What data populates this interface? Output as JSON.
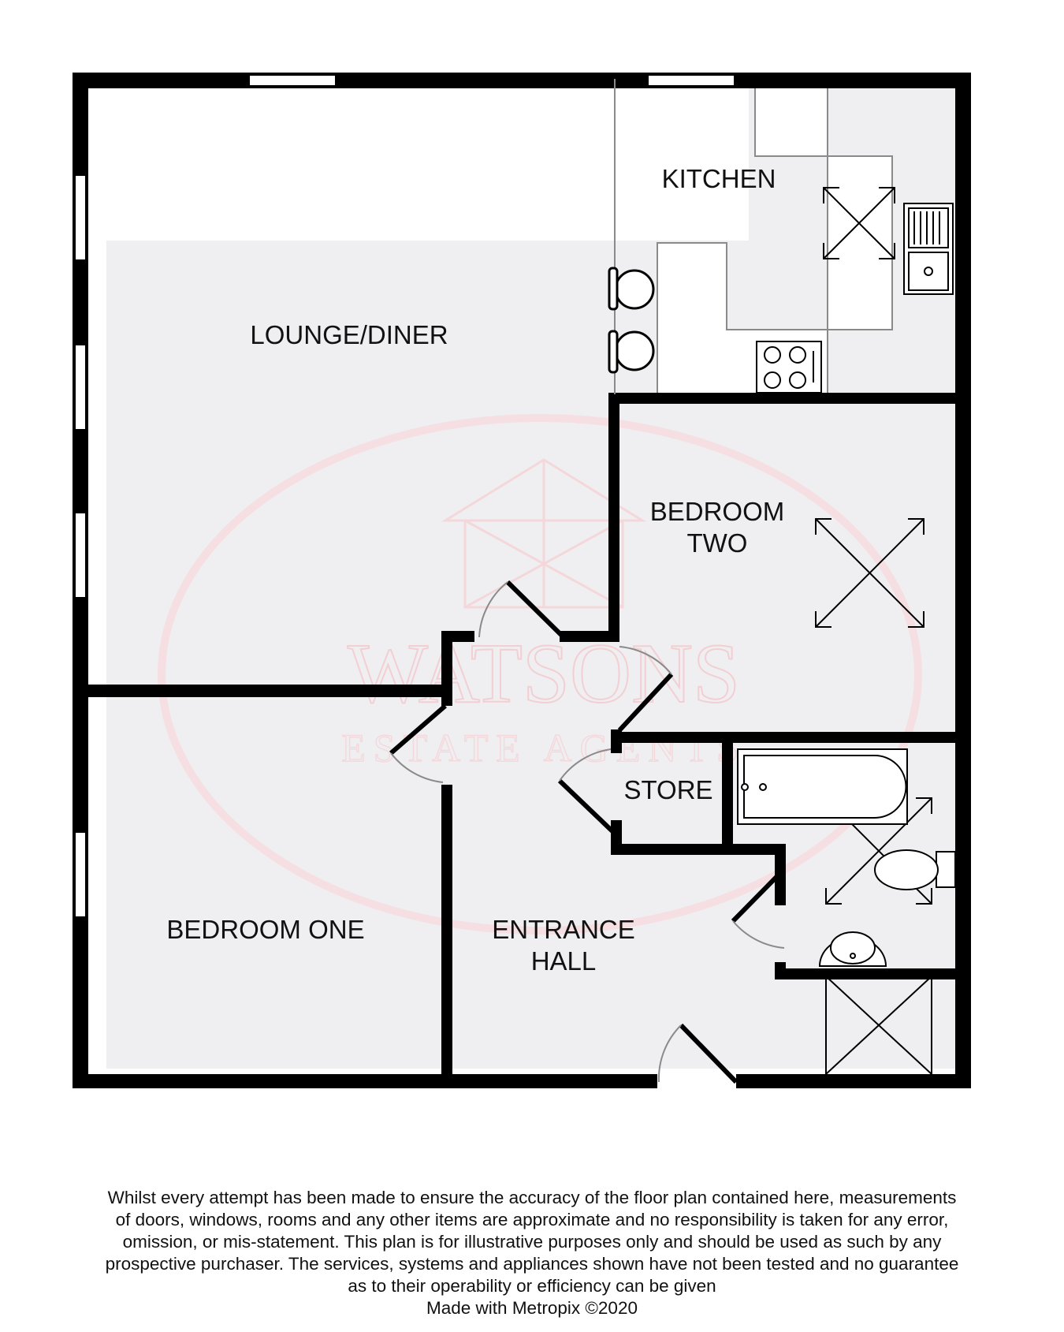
{
  "rooms": {
    "kitchen": "KITCHEN",
    "lounge": "LOUNGE/DINER",
    "bedroom_two_line1": "BEDROOM",
    "bedroom_two_line2": "TWO",
    "store": "STORE",
    "bedroom_one": "BEDROOM ONE",
    "entrance_line1": "ENTRANCE",
    "entrance_line2": "HALL"
  },
  "watermark": {
    "name": "WATSONS",
    "tagline": "ESTATE AGENTS"
  },
  "disclaimer": {
    "line1": "Whilst every attempt has been made to ensure the accuracy of the floor plan contained here, measurements",
    "line2": "of doors, windows, rooms and any other items are approximate and no responsibility is taken for any error,",
    "line3": "omission, or mis-statement. This plan is for illustrative purposes only and should be used as such by any",
    "line4": "prospective purchaser. The services, systems and appliances shown have not been tested and no guarantee",
    "line5": "as to their operability or efficiency can be given",
    "credit": "Made with Metropix ©2020"
  }
}
